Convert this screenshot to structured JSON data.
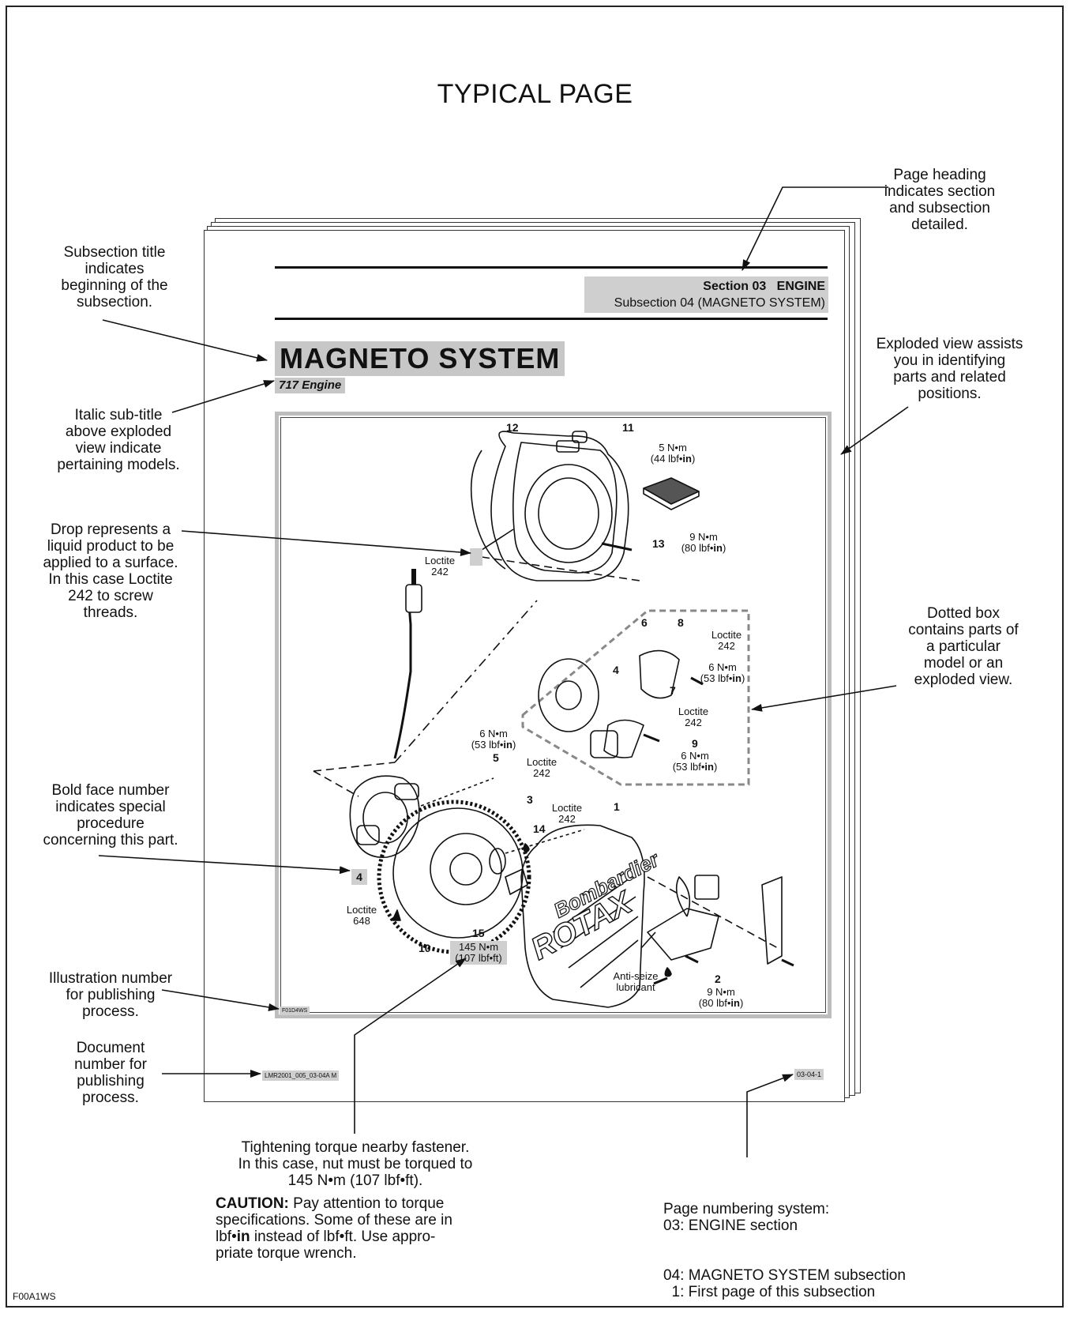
{
  "title": "TYPICAL PAGE",
  "notes": {
    "page_heading": [
      "Page heading",
      "indicates section",
      "and subsection",
      "detailed."
    ],
    "subsection_title": [
      "Subsection title",
      "indicates",
      "beginning of the",
      "subsection."
    ],
    "exploded_view": [
      "Exploded view assists",
      "you in identifying",
      "parts and related",
      "positions."
    ],
    "italic_subtitle": [
      "Italic sub-title",
      "above exploded",
      "view indicate",
      "pertaining models."
    ],
    "drop": [
      "Drop represents a",
      "liquid product to be",
      "applied to a surface.",
      "In this case Loctite",
      "242 to screw",
      "threads."
    ],
    "dotted_box": [
      "Dotted box",
      "contains parts of",
      "a particular",
      "model or an",
      "exploded view."
    ],
    "bold_number": [
      "Bold face number",
      "indicates special",
      "procedure",
      "concerning this part."
    ],
    "illustration_number": [
      "Illustration number",
      "for publishing",
      "process."
    ],
    "document_number": [
      "Document",
      "number for",
      "publishing",
      "process."
    ],
    "torque": [
      "Tightening torque nearby fastener.",
      "In this case, nut must be torqued to",
      "145 N•m (107 lbf•ft)."
    ],
    "caution_label": "CAUTION:",
    "caution_text": [
      "Pay attention to torque",
      "specifications. Some of these are in",
      "instead of lbf•ft. Use appro-",
      "priate torque wrench."
    ],
    "caution_unit_a": "lbf•",
    "caution_unit_b": "in",
    "page_numbering": [
      "Page numbering system:",
      "03: ENGINE section",
      "04: MAGNETO SYSTEM subsection",
      "  1: First page of this subsection"
    ]
  },
  "sample_page": {
    "section": "Section 03",
    "section_name": "ENGINE",
    "subsection": "Subsection 04   (MAGNETO SYSTEM)",
    "main_title": "MAGNETO SYSTEM",
    "italic_subtitle": "717 Engine",
    "illustration_id": "F01D4WS",
    "document_id": "LMR2001_005_03-04A  M",
    "page_number": "03-04-1"
  },
  "callouts": {
    "n12": "12",
    "n11": "11",
    "n13": "13",
    "n6": "6",
    "n8": "8",
    "n4a": "4",
    "n7": "7",
    "n9": "9",
    "n5": "5",
    "n3": "3",
    "n1": "1",
    "n14": "14",
    "n4b": "4",
    "n15": "15",
    "n10": "10",
    "n2": "2",
    "t11": [
      "5 N•m",
      "(44 lbf•",
      "in",
      ")"
    ],
    "t13": [
      "9 N•m",
      "(80 lbf•",
      "in",
      ")"
    ],
    "loc_242a": [
      "Loctite",
      "242"
    ],
    "loc_8": [
      "Loctite",
      "242"
    ],
    "t8": [
      "6 N•m",
      "(53 lbf•",
      "in",
      ")"
    ],
    "loc_7": [
      "Loctite",
      "242"
    ],
    "t9": [
      "6 N•m",
      "(53 lbf•",
      "in",
      ")"
    ],
    "t5": [
      "6 N•m",
      "(53 lbf•",
      "in",
      ")"
    ],
    "loc_5": [
      "Loctite",
      "242"
    ],
    "loc_14": [
      "Loctite",
      "242"
    ],
    "loc_648": [
      "Loctite",
      "648"
    ],
    "t15": [
      "145 N•m",
      "(107 lbf•ft)"
    ],
    "antiseize": [
      "Anti-seize",
      "lubricant"
    ],
    "t2": [
      "9 N•m",
      "(80 lbf•",
      "in",
      ")"
    ],
    "brand_a": "Bombardier",
    "brand_b": "ROTAX"
  },
  "figure_id": "F00A1WS",
  "colors": {
    "highlight": "#cfcfcf",
    "ink": "#111111"
  }
}
